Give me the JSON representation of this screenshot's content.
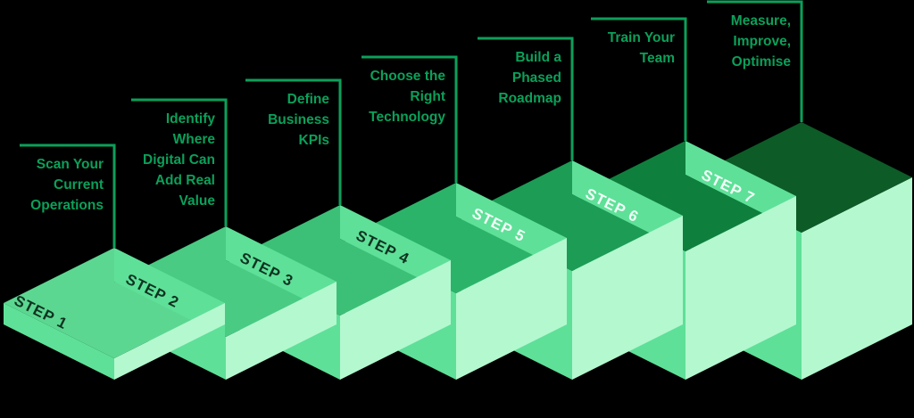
{
  "diagram": {
    "background": "#000000",
    "accent": "#0BA05A",
    "side_light": "#5EE098",
    "side_pale": "#B4F8CF",
    "label_dark": "#0E3320",
    "label_light": "#F2FFF7"
  },
  "steps": [
    {
      "label": "STEP 1",
      "title_lines": [
        "Scan Your",
        "Current",
        "Operations"
      ],
      "top_color": "#5CD791",
      "label_tone": "dark"
    },
    {
      "label": "STEP 2",
      "title_lines": [
        "Identify",
        "Where",
        "Digital Can",
        "Add Real",
        "Value"
      ],
      "top_color": "#49CB83",
      "label_tone": "dark"
    },
    {
      "label": "STEP 3",
      "title_lines": [
        "Define",
        "Business",
        "KPIs"
      ],
      "top_color": "#3CC077",
      "label_tone": "dark"
    },
    {
      "label": "STEP 4",
      "title_lines": [
        "Choose the",
        "Right",
        "Technology"
      ],
      "top_color": "#2BB469",
      "label_tone": "dark"
    },
    {
      "label": "STEP 5",
      "title_lines": [
        "Build a",
        "Phased",
        "Roadmap"
      ],
      "top_color": "#1C9C55",
      "label_tone": "light"
    },
    {
      "label": "STEP 6",
      "title_lines": [
        "Train Your",
        "Team"
      ],
      "top_color": "#0F7F3D",
      "label_tone": "light"
    },
    {
      "label": "STEP 7",
      "title_lines": [
        "Measure,",
        "Improve,",
        "Optimise"
      ],
      "top_color": "#0D5B27",
      "label_tone": "light"
    }
  ]
}
